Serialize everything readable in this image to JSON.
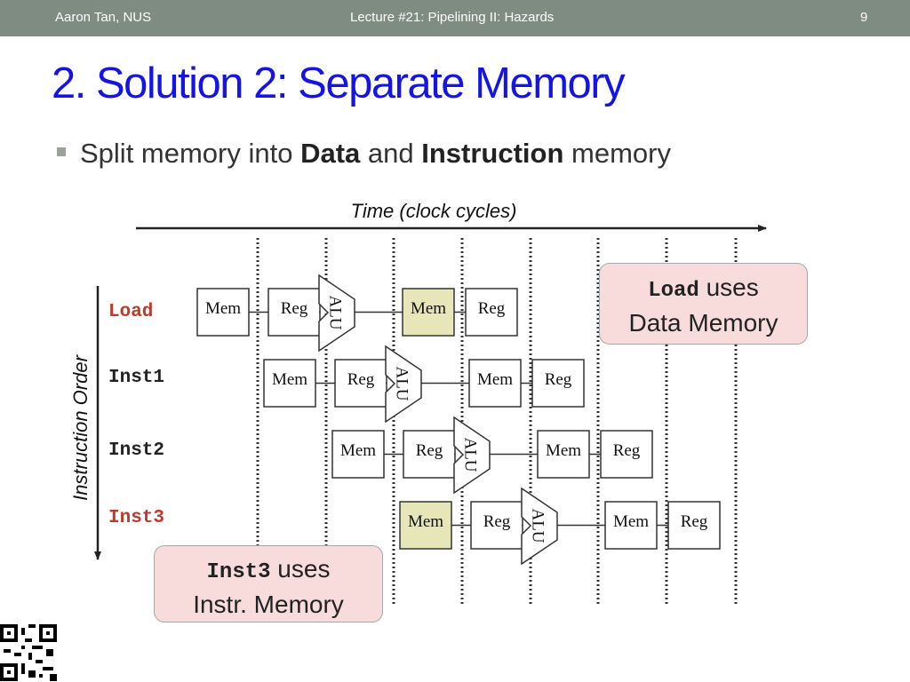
{
  "header": {
    "author": "Aaron Tan, NUS",
    "lecture": "Lecture #21: Pipelining II: Hazards",
    "page_number": "9"
  },
  "title": "2. Solution 2: Separate Memory",
  "bullet": {
    "pre": "Split memory into ",
    "bold1": "Data",
    "mid": " and ",
    "bold2": "Instruction",
    "post": " memory"
  },
  "diagram": {
    "time_label": "Time (clock cycles)",
    "order_label": "Instruction Order",
    "instructions": [
      {
        "label": "Load",
        "color": "#c0392b"
      },
      {
        "label": "Inst1",
        "color": "#222222"
      },
      {
        "label": "Inst2",
        "color": "#222222"
      },
      {
        "label": "Inst3",
        "color": "#c0392b"
      }
    ],
    "stage_labels": {
      "mem": "Mem",
      "reg": "Reg",
      "alu": "ALU"
    },
    "highlight_color": "#e6e6b8"
  },
  "callouts": {
    "load": {
      "code": "Load",
      "rest": " uses",
      "line2": "Data Memory"
    },
    "inst3": {
      "code": "Inst3",
      "rest": " uses",
      "line2": "Instr. Memory"
    }
  }
}
